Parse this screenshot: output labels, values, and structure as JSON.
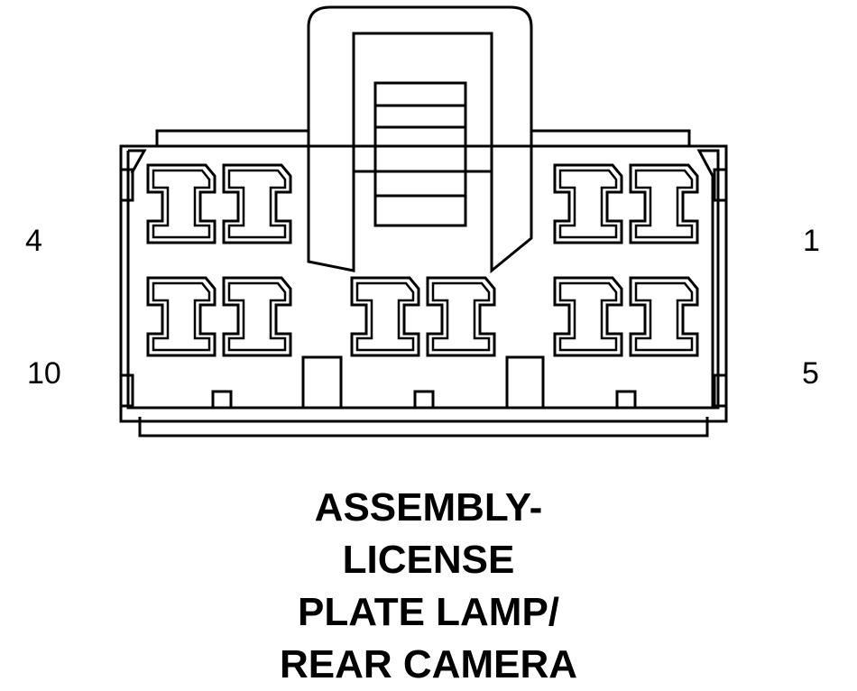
{
  "pin_labels": {
    "top_left": "4",
    "top_right": "1",
    "bottom_left": "10",
    "bottom_right": "5"
  },
  "caption_lines": [
    "ASSEMBLY-",
    "LICENSE",
    "PLATE LAMP/",
    "REAR CAMERA"
  ],
  "colors": {
    "line": "#000000",
    "background": "#ffffff"
  }
}
